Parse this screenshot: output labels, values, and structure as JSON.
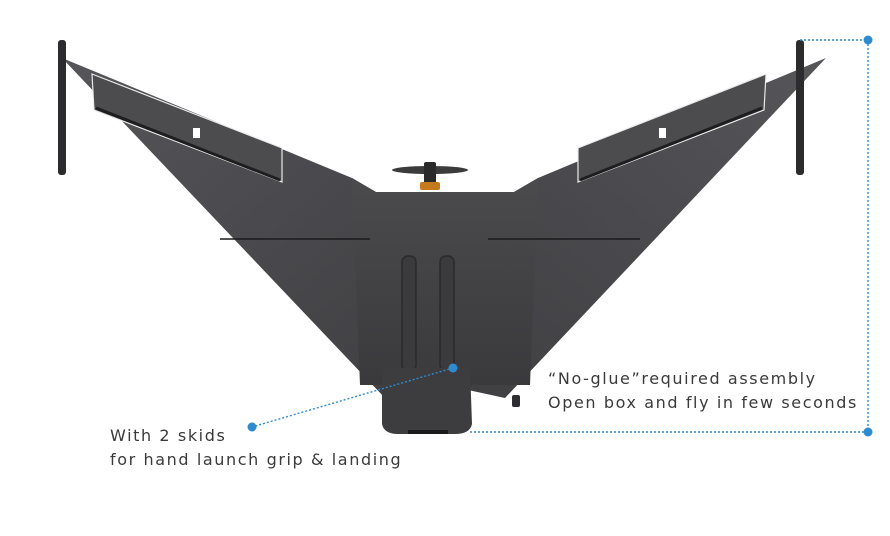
{
  "colors": {
    "wing": "#4a4a4c",
    "wing_dark": "#2f2f31",
    "wing_edge": "#3c3c3e",
    "annotation": "#2e8bd0",
    "text": "#3a3a3a",
    "background": "#ffffff"
  },
  "icons": {
    "aircraft": "flying-wing-drone",
    "propeller": "propeller-icon",
    "callout_dot": "callout-dot"
  },
  "captions": {
    "skids": {
      "line1": "With 2 skids",
      "line2": "for hand launch grip & landing"
    },
    "assembly": {
      "line1": "“No-glue”required assembly",
      "line2": "Open box and fly in few seconds"
    }
  }
}
